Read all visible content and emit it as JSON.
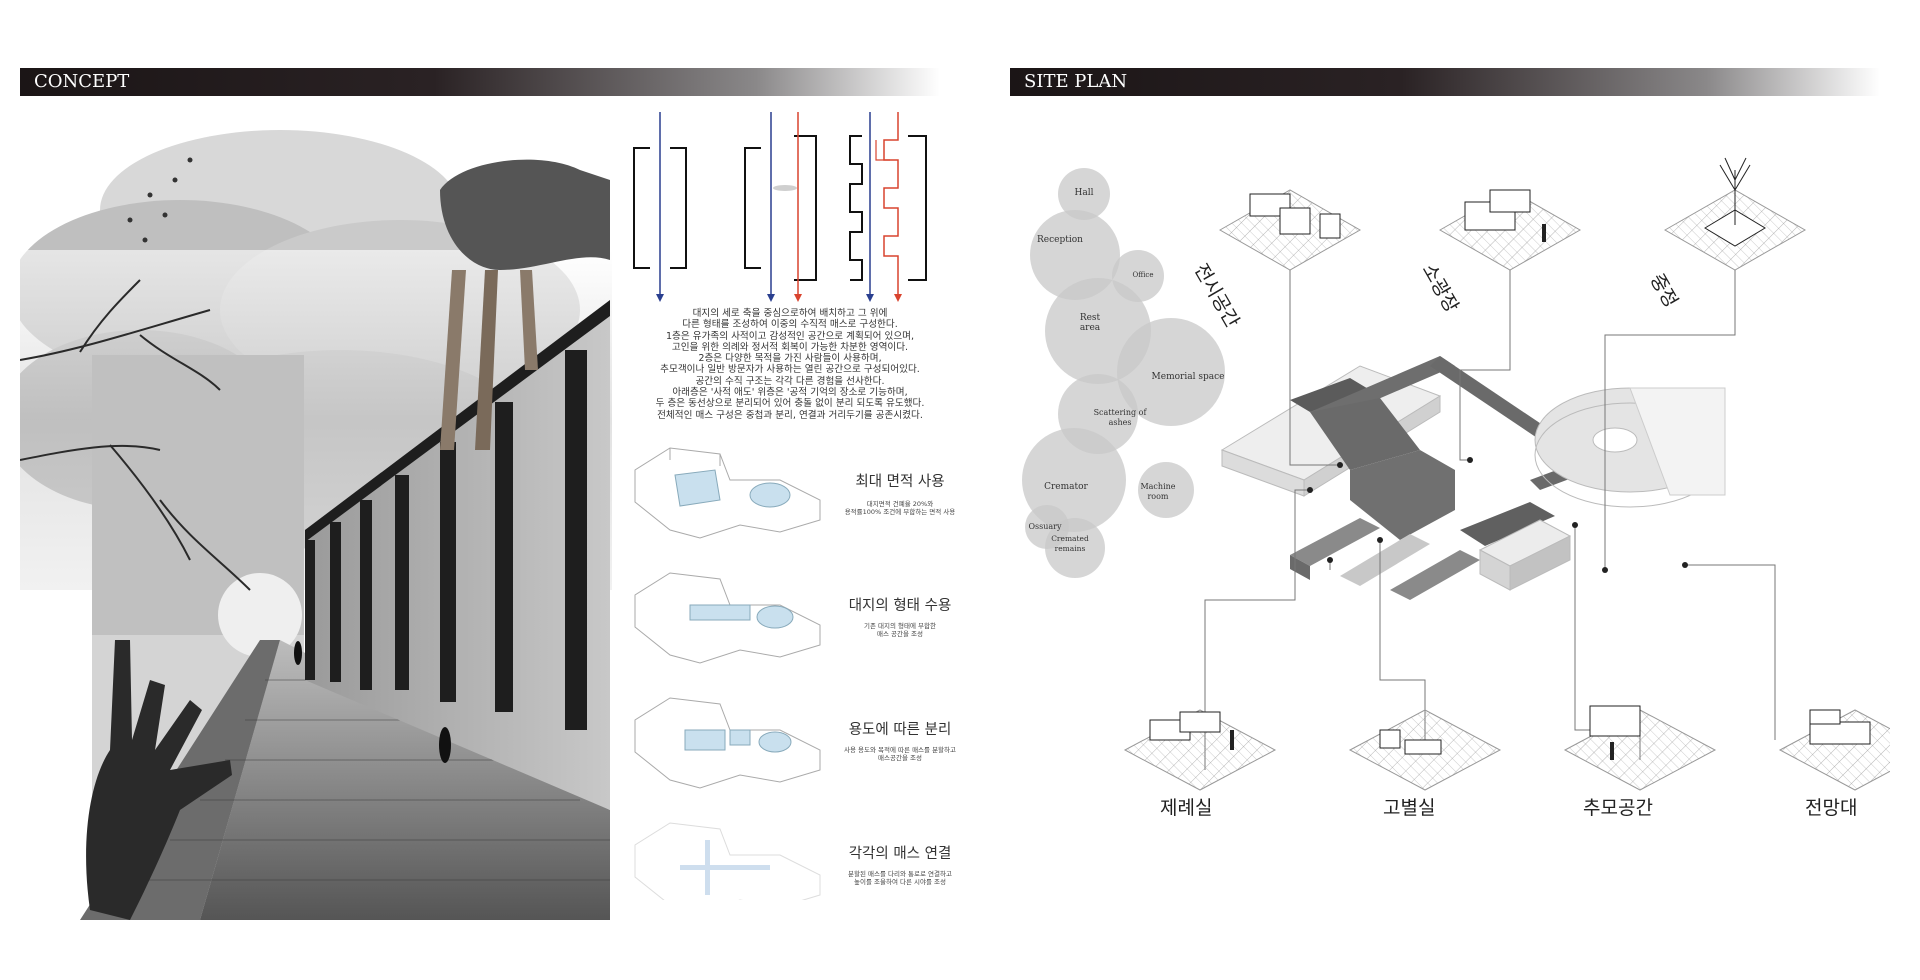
{
  "concept": {
    "title": "CONCEPT",
    "paragraph": [
      "대지의 세로 축을 중심으로하여 배치하고 그 위에",
      "다른 형태를 조성하여 이중의 수직적 매스로 구성한다.",
      "1층은 유가족의 사적이고 감성적인 공간으로 계획되어 있으며,",
      "고인을 위한 의례와 정서적 회복이 가능한 차분한 영역이다.",
      "2층은 다양한 목적을 가진 사람들이 사용하며,",
      "추모객이나 일반 방문자가 사용하는 열린 공간으로 구성되어있다.",
      "공간의 수직 구조는 각각 다른 경험을 선사한다.",
      "아래층은 '사적 애도' 위층은 '공적 기억의 장소로 기능하며,",
      "두 층은 동선상으로 분리되어 있어 충돌 없이 분리 되도록 유도했다.",
      "전체적인 매스 구성은 중첩과 분리, 연결과 거리두기를 공존시켰다."
    ],
    "steps": [
      {
        "title": "최대 면적 사용",
        "desc": [
          "대지면적 건폐율 20%와",
          "용적률100% 조건에 부합하는 면적 사용"
        ]
      },
      {
        "title": "대지의 형태 수용",
        "desc": [
          "기존 대지의 형태에 부합한",
          "매스 공간을 조성"
        ]
      },
      {
        "title": "용도에 따른 분리",
        "desc": [
          "사용 용도와 목적에 따른 매스를 분할하고",
          "매스공간을 조성"
        ]
      },
      {
        "title": "각각의 매스 연결",
        "desc": [
          "분할된 매스를 다리와 통로로 연결하고",
          "높이를 조율하여 다른 시야를 조성"
        ]
      }
    ]
  },
  "site": {
    "title": "SITE PLAN",
    "bubbles": {
      "hall": "Hall",
      "reception": "Reception",
      "office": "Office",
      "rest": "Rest",
      "area": "area",
      "memorial": "Memorial space",
      "scattering": "Scattering of",
      "ashes": "ashes",
      "cremator": "Cremator",
      "machine": "Machine",
      "room": "room",
      "ossuary": "Ossuary",
      "cremated": "Cremated",
      "remains": "remains"
    },
    "top_labels": [
      "전시공간",
      "소광장",
      "중정"
    ],
    "bottom_labels": [
      "제례실",
      "고별실",
      "추모공간",
      "전망대"
    ]
  },
  "colors": {
    "band_dark": "#1b1516",
    "blue": "#2a3f8f",
    "red": "#d9432e",
    "bubble": "#c8c8c8"
  }
}
